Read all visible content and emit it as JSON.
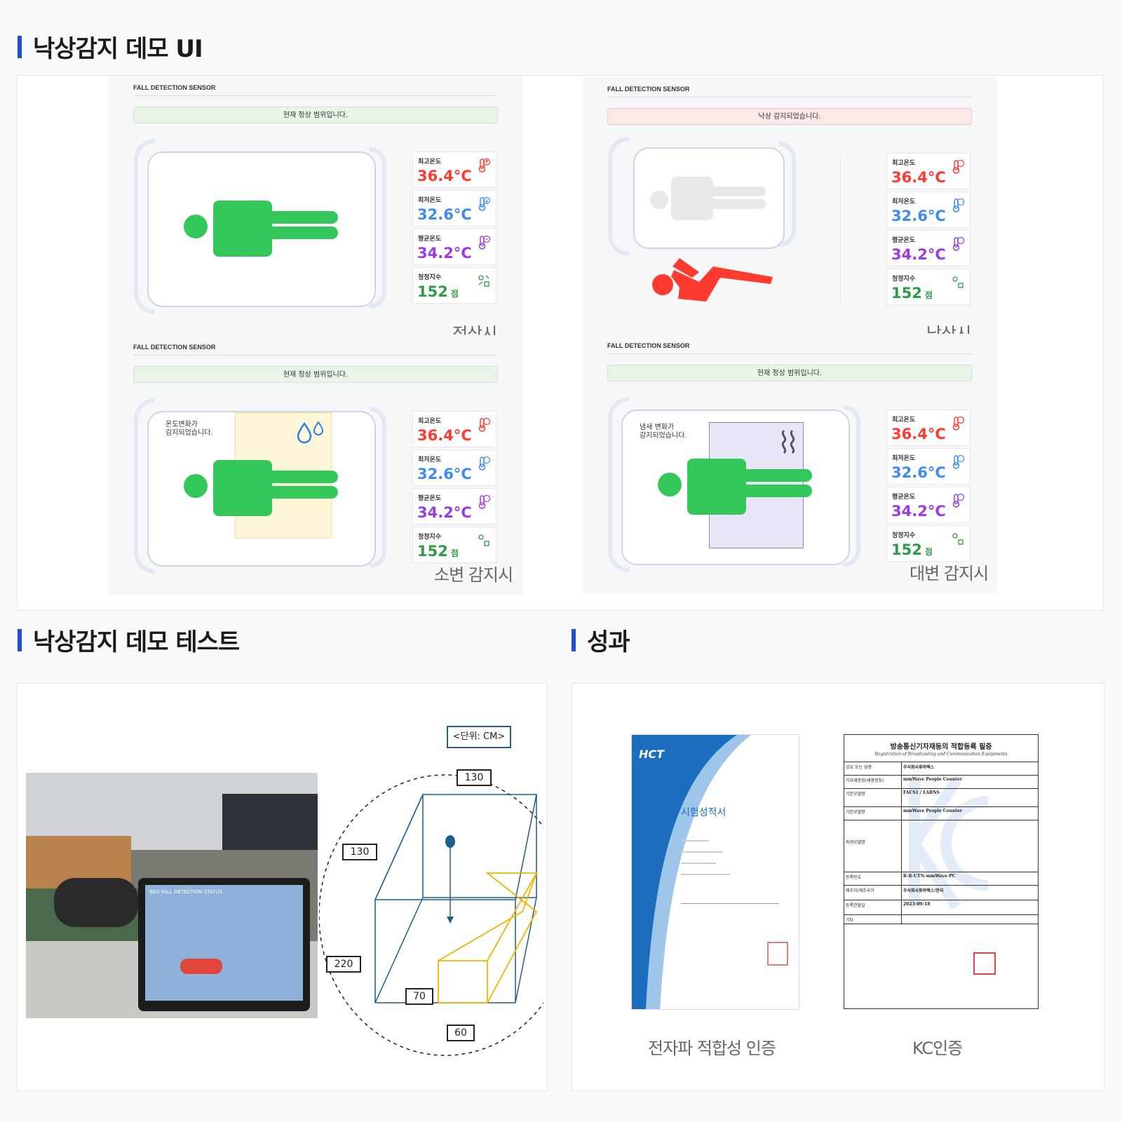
{
  "sections": {
    "ui_title": "낙상감지 데모 UI",
    "test_title": "낙상감지 데모 테스트",
    "result_title": "성과"
  },
  "panels": [
    {
      "header": "FALL DETECTION SENSOR",
      "status": "현재 정상 범위입니다.",
      "caption": "정상시",
      "note": ""
    },
    {
      "header": "FALL DETECTION SENSOR",
      "status": "낙상 감지되었습니다.",
      "caption": "낙상시",
      "note": ""
    },
    {
      "header": "FALL DETECTION SENSOR",
      "status": "현재 정상 범위입니다.",
      "caption": "소변 감지시",
      "note": "온도변화가\n감지되었습니다."
    },
    {
      "header": "FALL DETECTION SENSOR",
      "status": "현재 정상 범위입니다.",
      "caption": "대변 감지시",
      "note": "냄새 변화가\n감지되었습니다."
    }
  ],
  "metrics": {
    "max_label": "최고온도",
    "max_value": "36.4°C",
    "min_label": "최저온도",
    "min_value": "32.6°C",
    "avg_label": "평균온도",
    "avg_value": "34.2°C",
    "clean_label": "청정지수",
    "clean_value": "152",
    "clean_unit": "점"
  },
  "colors": {
    "accent": "#1f4fd6",
    "normal_person": "#34c759",
    "fall_person": "#ff3b30",
    "max_temp": "#ff3b30",
    "min_temp": "#3d8bf2",
    "avg_temp": "#9b3be8",
    "clean": "#2e9b45"
  },
  "test": {
    "unit_label": "<단위: CM>",
    "dims": [
      "130",
      "130",
      "220",
      "70",
      "60"
    ],
    "tablet_title": "BED FALL DETECTION STATUS"
  },
  "results": {
    "cert1_caption": "전자파 적합성 인증",
    "cert2_caption": "KC인증",
    "cert1_title": "시험성적서",
    "cert1_brand": "HCT",
    "cert2_title": "방송통신기자재등의 적합등록 필증",
    "cert2_subtitle": "Registration of Broadcasting and Communication Equipments",
    "cert2_rows": [
      {
        "k": "상호 또는 성명",
        "v": "주식회사휴마텍스"
      },
      {
        "k": "기자재명칭(제품명칭)",
        "v": "mmWave People Counter"
      },
      {
        "k": "기본모델명",
        "v": "FACS1 / LARNS"
      },
      {
        "k": "기본모델명",
        "v": "mmWave People Counter"
      },
      {
        "k": "파생모델명",
        "v": ""
      },
      {
        "k": "등록번호",
        "v": "R-R-UTN-mmWave-PC"
      },
      {
        "k": "제조자/제조국가",
        "v": "주식회사휴마텍스/한국"
      },
      {
        "k": "등록연월일",
        "v": "2023-09-18"
      },
      {
        "k": "기타",
        "v": ""
      }
    ]
  }
}
